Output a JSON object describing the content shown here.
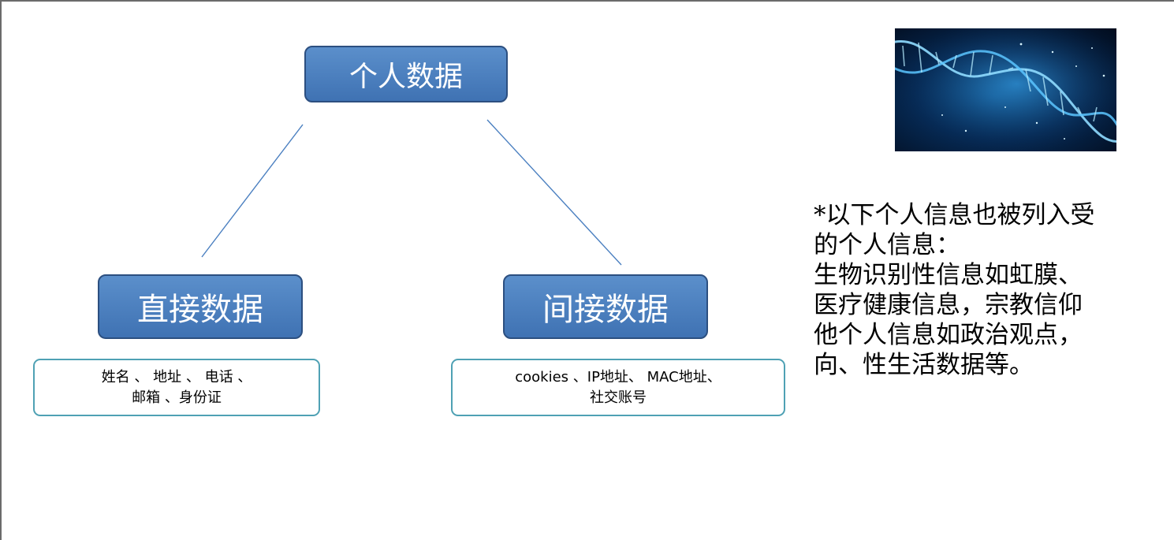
{
  "diagram": {
    "root": {
      "label": "个人数据"
    },
    "branches": [
      {
        "label": "直接数据",
        "examples": [
          "姓名 、 地址 、 电话 、",
          "邮箱 、身份证"
        ]
      },
      {
        "label": "间接数据",
        "examples": [
          "cookies 、IP地址、 MAC地址、",
          "社交账号"
        ]
      }
    ],
    "connector_color": "#4a7fc0"
  },
  "image": {
    "subject": "dna-helix"
  },
  "note": {
    "lines": [
      "*以下个人信息也被列入受",
      "的个人信息：",
      "生物识别性信息如虹膜、",
      "医疗健康信息，宗教信仰",
      "他个人信息如政治观点，",
      "向、性生活数据等。"
    ]
  },
  "colors": {
    "node_fill": "#4a7fc0",
    "node_border": "#2c4f80",
    "leaf_border": "#4fa1b4"
  }
}
